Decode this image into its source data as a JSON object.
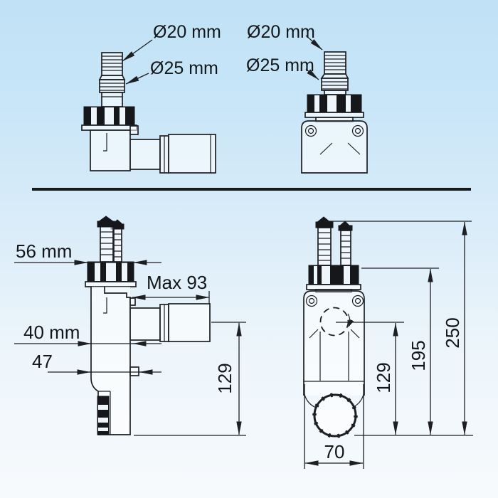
{
  "colors": {
    "background_top": "#c0e1f6",
    "background_bottom": "#f7fafd",
    "line": "#1d1f22"
  },
  "views": {
    "top_side": {
      "d20": "Ø20 mm",
      "d25": "Ø25 mm"
    },
    "top_front": {
      "d20": "Ø20 mm",
      "d25": "Ø25 mm"
    },
    "bottom_side": {
      "nut_width": "56 mm",
      "outlet_reach": "Max 93",
      "body_depth": "40 mm",
      "bracket_depth": "47",
      "outlet_center_height": "129"
    },
    "bottom_front": {
      "overall_height": "250",
      "nut_top_height": "195",
      "inlet_center_height": "129",
      "body_width": "70"
    }
  }
}
